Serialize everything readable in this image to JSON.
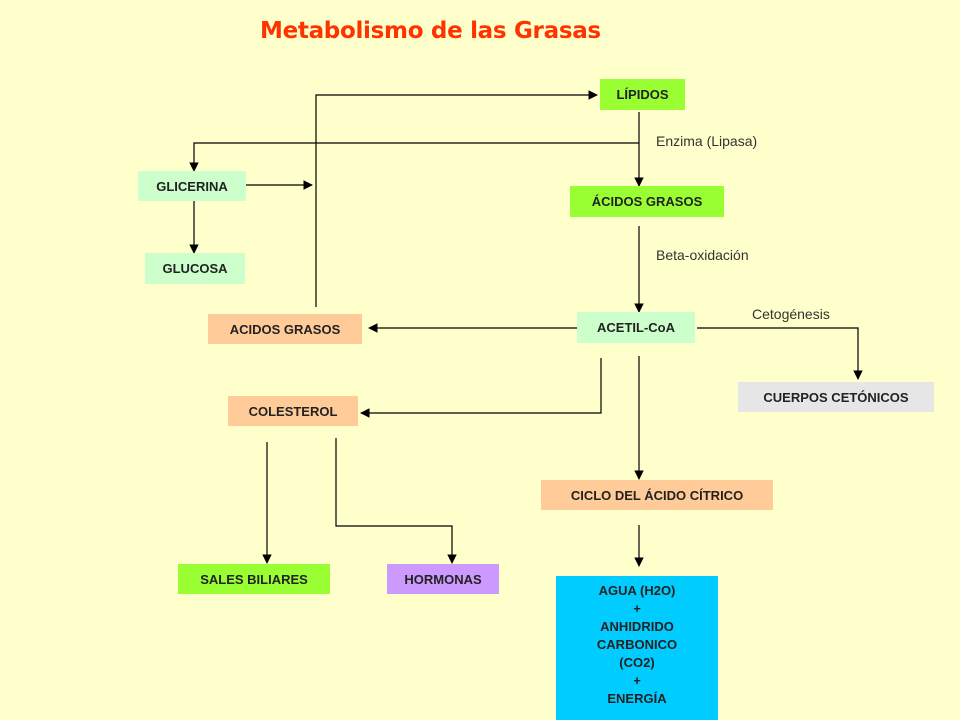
{
  "title": "Metabolismo de las Grasas",
  "colors": {
    "background": "#ffffcc",
    "title": "#ff3300",
    "green_box": "#99ff33",
    "light_green_box": "#ccffcc",
    "salmon_box": "#ffcc99",
    "gray_box": "#e6e6e6",
    "purple_box": "#cc99ff",
    "blue_box": "#00ccff"
  },
  "nodes": {
    "lipidos": "LÍPIDOS",
    "acidos_grasos": "ÁCIDOS GRASOS",
    "glicerina": "GLICERINA",
    "glucosa": "GLUCOSA",
    "acetil_coa": "ACETIL-CoA",
    "acidos_grasos_2": "ACIDOS GRASOS",
    "cuerpos_cetonicos": "CUERPOS CETÓNICOS",
    "colesterol": "COLESTEROL",
    "ciclo_acido_citrico": "CICLO DEL ÁCIDO CÍTRICO",
    "sales_biliares": "SALES BILIARES",
    "hormonas": "HORMONAS",
    "final_lines": [
      "AGUA (H2O)",
      "+",
      "ANHIDRIDO",
      "CARBONICO",
      "(CO2)",
      "+",
      "ENERGÍA"
    ]
  },
  "edge_labels": {
    "enzima": "Enzima (Lipasa)",
    "beta_oxidacion": "Beta-oxidación",
    "cetogenesis": "Cetogénesis"
  }
}
